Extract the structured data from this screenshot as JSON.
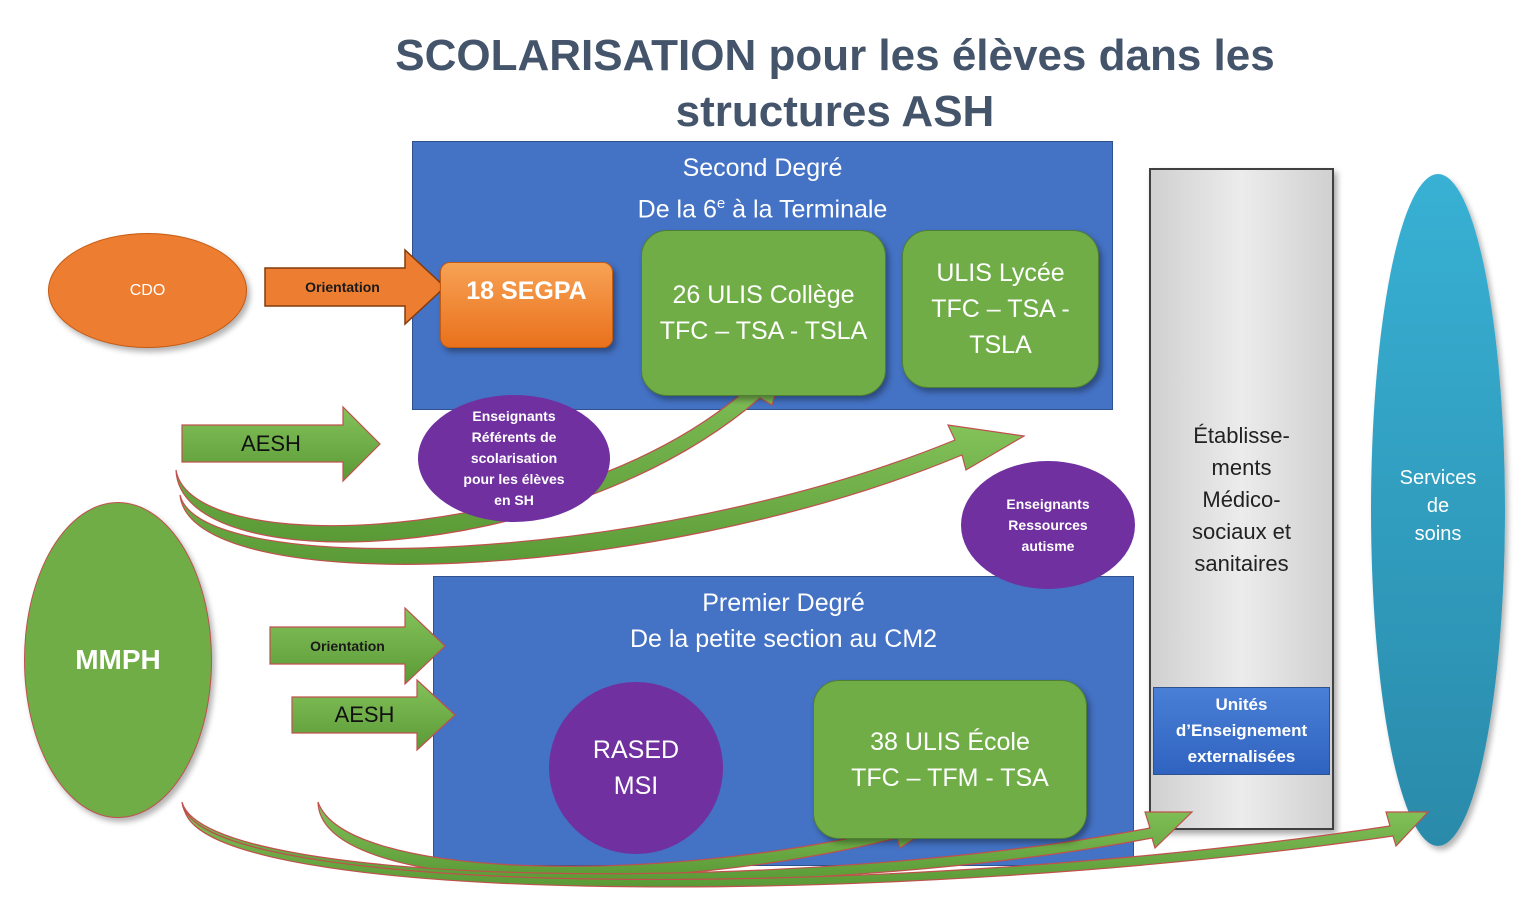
{
  "title": {
    "line1": "SCOLARISATION pour les élèves dans les",
    "line2": "structures ASH"
  },
  "second_degre": {
    "title_line1": "Second Degré",
    "title_line2_prefix": "De la 6",
    "title_line2_sup": "e",
    "title_line2_suffix": " à la Terminale",
    "segpa": "18 SEGPA",
    "ulis_college_line1": "26 ULIS Collège",
    "ulis_college_line2": "TFC – TSA - TSLA",
    "ulis_lycee_line1": "ULIS Lycée",
    "ulis_lycee_line2": "TFC – TSA -",
    "ulis_lycee_line3": "TSLA"
  },
  "premier_degre": {
    "title_line1": "Premier Degré",
    "title_line2": "De la petite section au CM2",
    "rased_line1": "RASED",
    "rased_line2": "MSI",
    "ulis_ecole_line1": "38 ULIS École",
    "ulis_ecole_line2": "TFC – TFM - TSA"
  },
  "cdo": {
    "label": "CDO"
  },
  "mmph": {
    "label": "MMPH"
  },
  "arrows": {
    "orientation_top": "Orientation",
    "aesh_top": "AESH",
    "orientation_bottom": "Orientation",
    "aesh_bottom": "AESH"
  },
  "enseignants_referents": {
    "line1": "Enseignants",
    "line2": "Référents de",
    "line3": "scolarisation",
    "line4": "pour les élèves",
    "line5": "en SH"
  },
  "enseignants_ressources": {
    "line1": "Enseignants",
    "line2": "Ressources",
    "line3": "autisme"
  },
  "etablissements": {
    "line1": "Établisse-",
    "line2": "ments",
    "line3": "Médico-",
    "line4": "sociaux et",
    "line5": "sanitaires",
    "unites_line1": "Unités",
    "unites_line2": "d’Enseignement",
    "unites_line3": "externalisées"
  },
  "services": {
    "line1": "Services",
    "line2": "de",
    "line3": "soins"
  },
  "colors": {
    "panel_blue": "#4472c4",
    "green": "#70ad47",
    "orange": "#ed7d31",
    "purple": "#7030a0",
    "teal": "#2e9ec4",
    "title": "#44546a"
  }
}
